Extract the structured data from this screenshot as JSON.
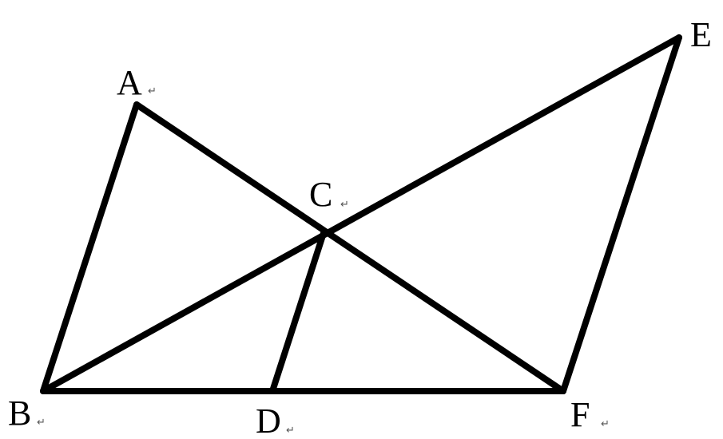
{
  "points": {
    "A": {
      "label": "A"
    },
    "B": {
      "label": "B"
    },
    "C": {
      "label": "C"
    },
    "D": {
      "label": "D"
    },
    "E": {
      "label": "E"
    },
    "F": {
      "label": "F"
    }
  },
  "segments": [
    "AB",
    "AF",
    "BE",
    "BF",
    "CD",
    "EF"
  ],
  "return_mark": "↵",
  "colors": {
    "stroke": "#000000",
    "background": "#ffffff"
  }
}
